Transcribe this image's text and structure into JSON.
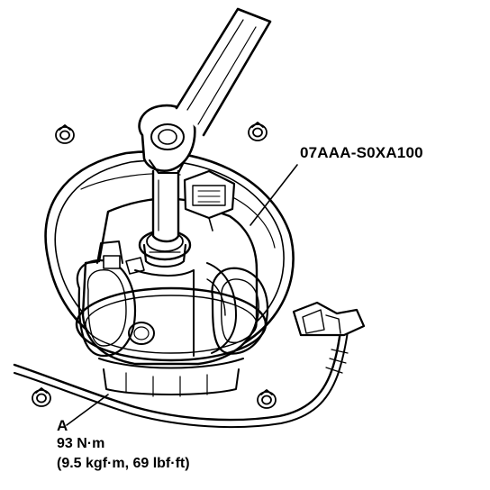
{
  "diagram": {
    "tool_callout": "07AAA-S0XA100",
    "part_callout": "A",
    "torque_metric": "93 N·m",
    "torque_alternate": "(9.5 kgf·m, 69 lbf·ft)",
    "icons": [
      "torque-wrench-icon",
      "fuel-pump-assembly-icon",
      "mounting-nut-icon",
      "wire-harness-connector-icon",
      "fuel-tank-stud-icon"
    ],
    "line_color": "#000000",
    "background_color": "#ffffff"
  }
}
